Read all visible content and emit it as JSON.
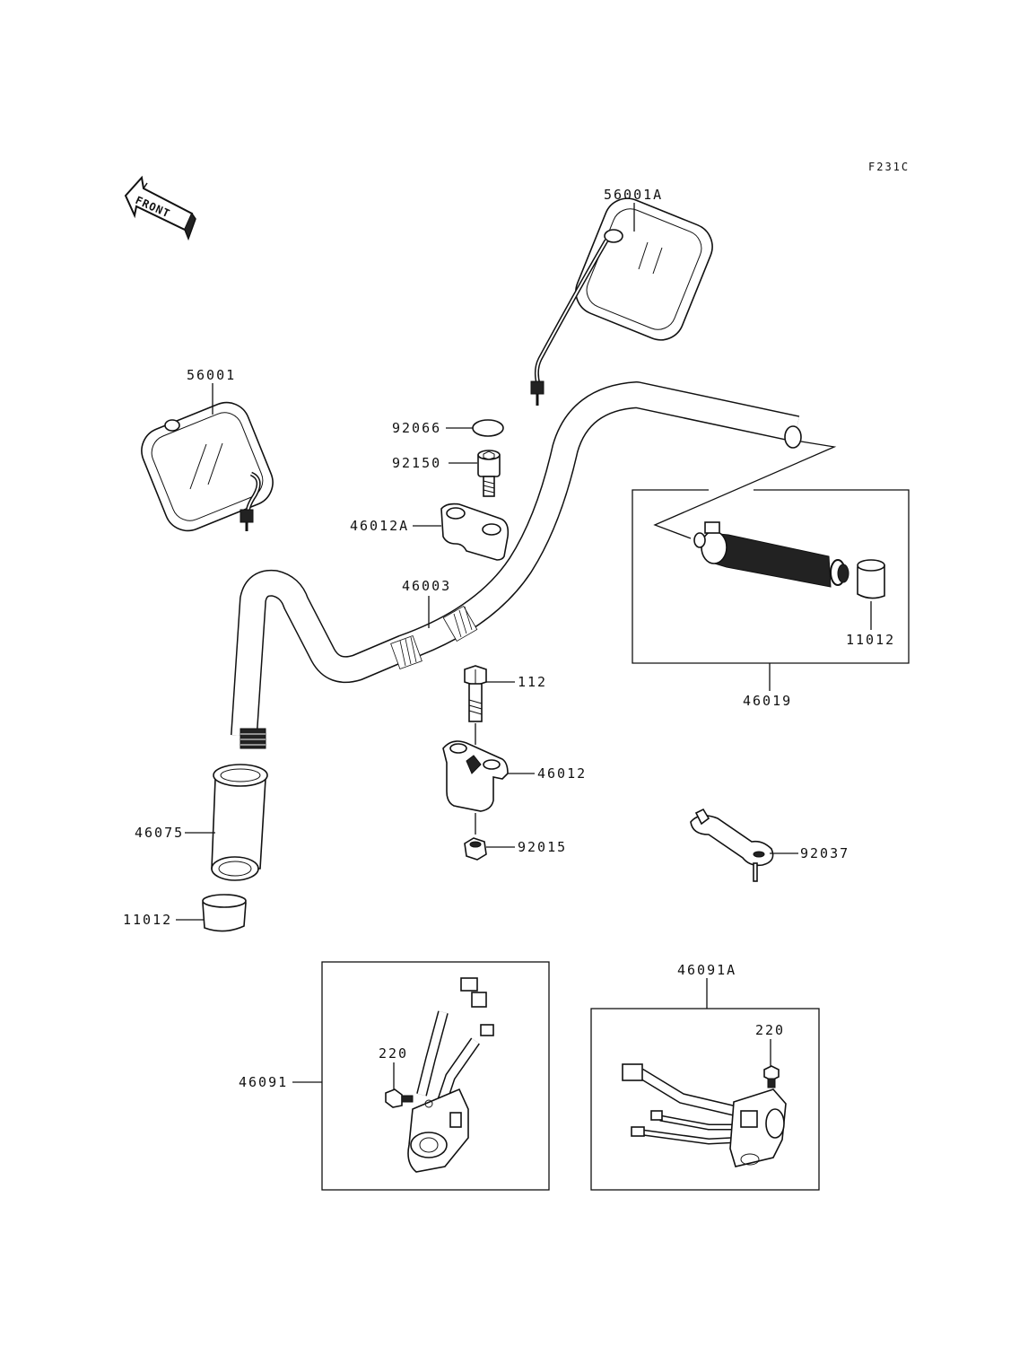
{
  "figure_code": "F231C",
  "direction_label": "FRONT",
  "parts": {
    "mirror_right": "56001A",
    "mirror_left": "56001",
    "cap": "92066",
    "bolt_upper": "92150",
    "holder_upper": "46012A",
    "handlebar": "46003",
    "grip_assy_label": "46019",
    "end_cap_inset": "11012",
    "bolt_lower": "112",
    "holder_lower": "46012",
    "nut": "92015",
    "grip_left": "46075",
    "end_cap_left": "11012",
    "wrench": "92037",
    "switch_right_assy": "46091A",
    "screw_right": "220",
    "switch_left_assy": "46091",
    "screw_left": "220"
  }
}
